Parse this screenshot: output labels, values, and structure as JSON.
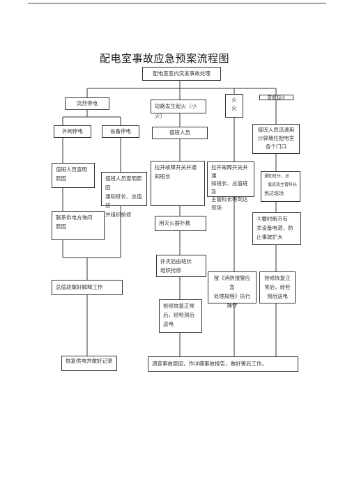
{
  "title": "配电室事故应急预案流程图",
  "nodes": {
    "start": "配电室室内突发事故处理",
    "sudden_outage": "突然停电",
    "short_circuit": "短路发生起火（小火）",
    "fire": [
      "火",
      "火"
    ],
    "smoke_fire": "冒烟起火",
    "external_outage": "外网停电",
    "equipment_outage": "设备停电",
    "duty_staff": "值班人员",
    "duty_quick": [
      "值班人员迅速用",
      "沙袋堵住配电室",
      "各个门口"
    ],
    "check_cause": [
      "值班人员查明",
      "原因"
    ],
    "notify_repair": [
      "值班人员查明原因",
      "通知班长、总值班",
      "并组织抢修"
    ],
    "pull_switch": [
      "拉开故障开关并通",
      "知班长"
    ],
    "pull_switch_notify": [
      "拉开故障开关并通",
      "知班长、总值班及",
      "主管科长等到达",
      "现场"
    ],
    "notify_side": [
      "通知班长、总",
      "值班及主管科长",
      "到达现场"
    ],
    "contact_supply": [
      "联系供电方询问",
      "原因"
    ],
    "extinguish": "用灭火器扑救",
    "cut_power": [
      "②要时断开有",
      "关设备电源，防",
      "止事故扩大"
    ],
    "after_fire": [
      "扑灭后由班长",
      "组织抢修"
    ],
    "explain": "总值班做好解释工作",
    "fire_rules": [
      "按《消防报警应急",
      "处理规程》执行",
      "操作"
    ],
    "repair_restore": [
      "抢修恢复正",
      "常后，经检",
      "测后送电"
    ],
    "repair_restore2": [
      "抢修恢复正常",
      "后，经检测后",
      "送电"
    ],
    "record": "恢复供电并做好记录",
    "investigate": "调查事故原因，作详细事故报告，做好善后工作。"
  }
}
